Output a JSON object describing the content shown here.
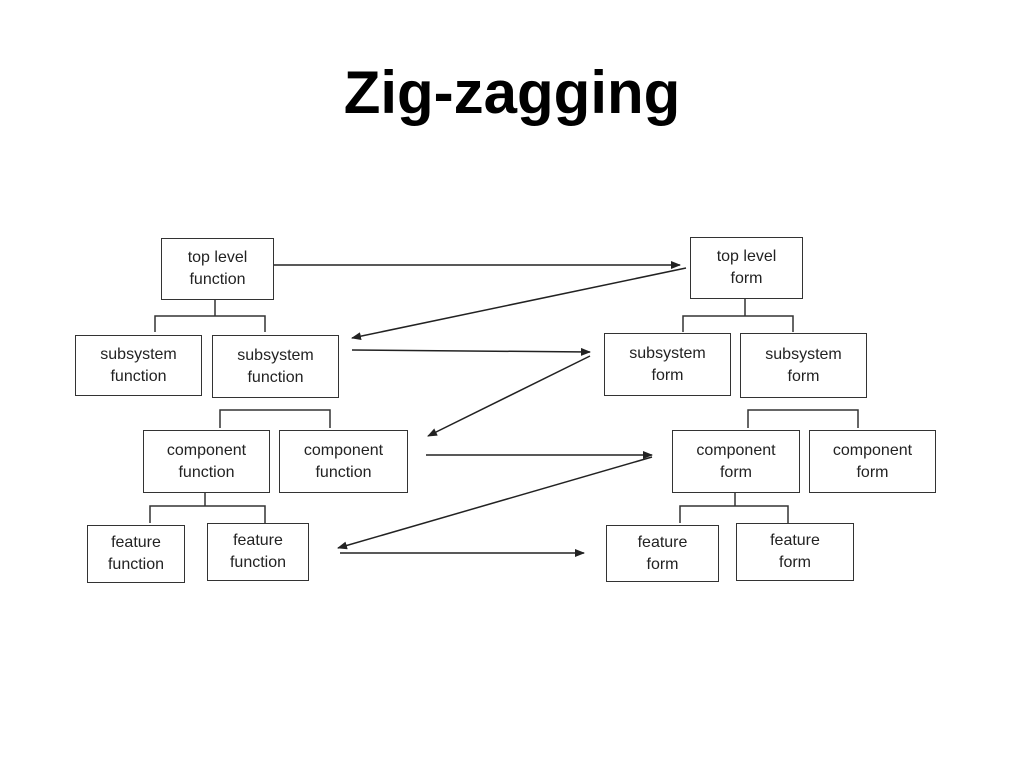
{
  "title": "Zig-zagging",
  "function_tree": {
    "top": "top level\nfunction",
    "subsystems": [
      "subsystem\nfunction",
      "subsystem\nfunction"
    ],
    "components": [
      "component\nfunction",
      "component\nfunction"
    ],
    "features": [
      "feature\nfunction",
      "feature\nfunction"
    ]
  },
  "form_tree": {
    "top": "top level\nform",
    "subsystems": [
      "subsystem\nform",
      "subsystem\nform"
    ],
    "components": [
      "component\nform",
      "component\nform"
    ],
    "features": [
      "feature\nform",
      "feature\nform"
    ]
  }
}
